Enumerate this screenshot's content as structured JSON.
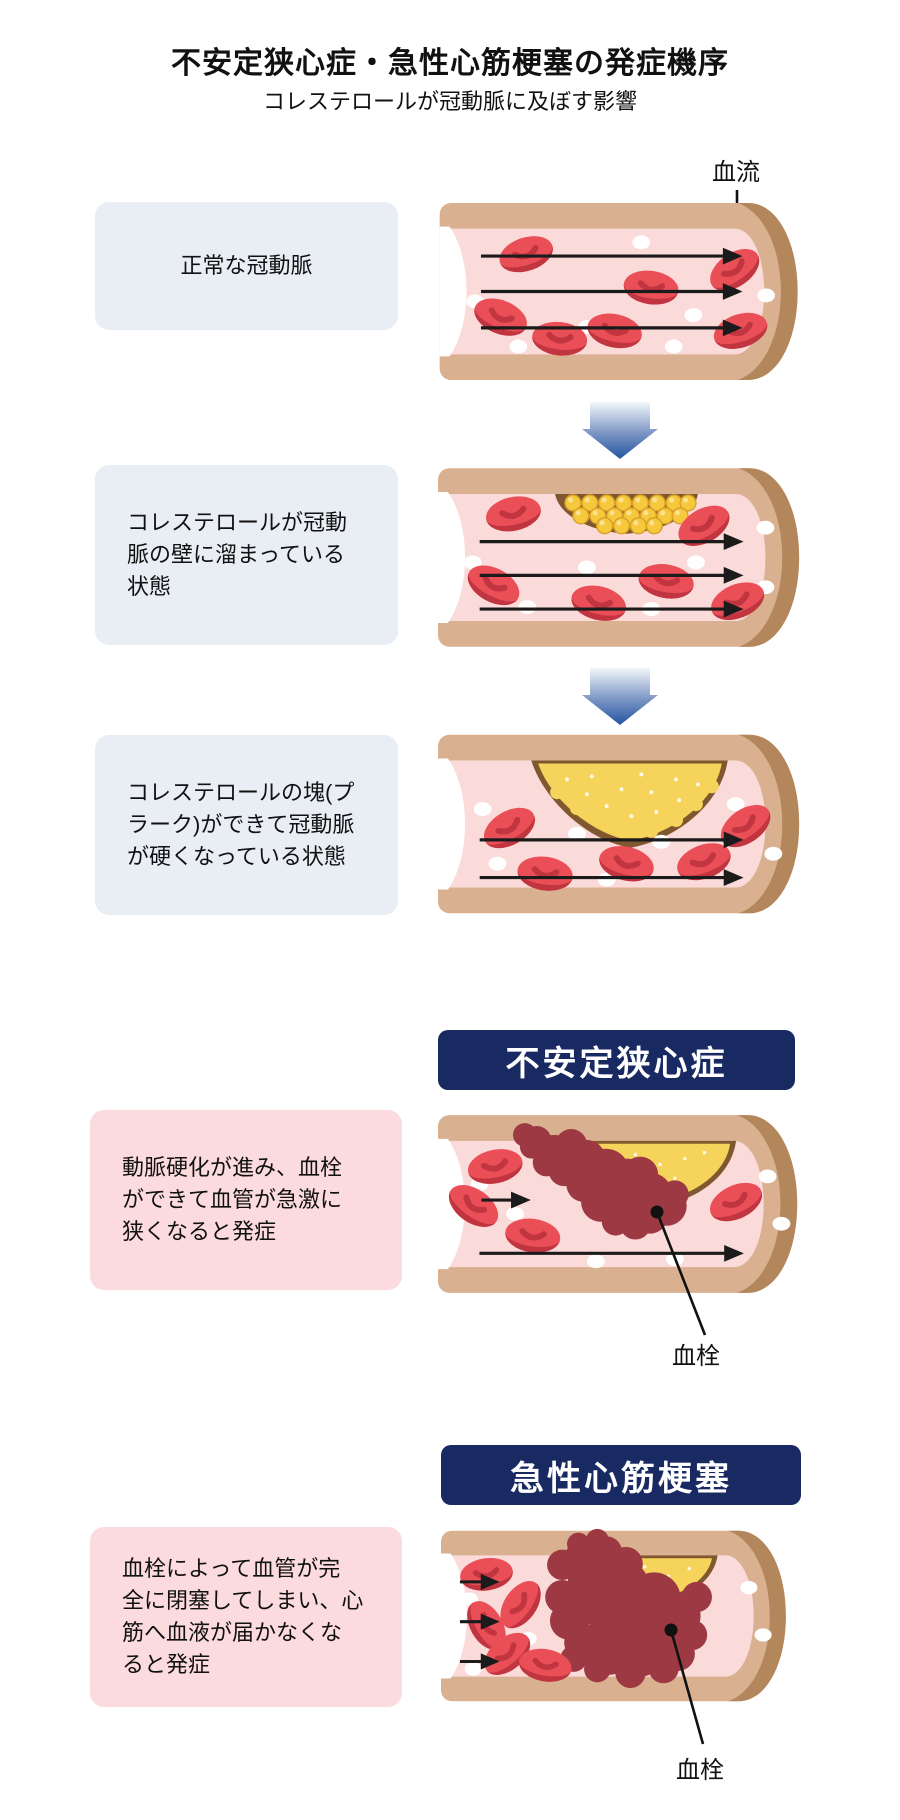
{
  "title": "不安定狭心症・急性心筋梗塞の発症機序",
  "subtitle": "コレステロールが冠動脈に及ぼす影響",
  "flow_label": "血流",
  "thrombus_label": "血栓",
  "steps": [
    {
      "style": "blue",
      "caption_lines": [
        "正常な冠動脈"
      ]
    },
    {
      "style": "blue",
      "caption_lines": [
        "コレステロールが冠動",
        "脈の壁に溜まっている",
        "状態"
      ]
    },
    {
      "style": "blue",
      "caption_lines": [
        "コレステロールの塊(プ",
        "ラーク)ができて冠動脈",
        "が硬くなっている状態"
      ]
    },
    {
      "style": "pink",
      "heading": "不安定狭心症",
      "caption_lines": [
        "動脈硬化が進み、血栓",
        "ができて血管が急激に",
        "狭くなると発症"
      ]
    },
    {
      "style": "pink",
      "heading": "急性心筋梗塞",
      "caption_lines": [
        "血栓によって血管が完",
        "全に閉塞してしまい、心",
        "筋へ血液が届かなくな",
        "ると発症"
      ]
    }
  ],
  "colors": {
    "navy": "#192a63",
    "box_blue": "#e9edf4",
    "box_pink": "#fcdbde",
    "artery_wall": "#d9b190",
    "artery_wall_dark": "#b3865b",
    "artery_lumen": "#fbdbda",
    "pocket_brown": "#80582f",
    "plaque_yellow": "#f6d35a",
    "chol_yellow": "#f6c83b",
    "chol_stroke": "#d8a02a",
    "rbc_red": "#ea4f57",
    "rbc_dark": "#c13540",
    "thrombus": "#9c3942",
    "arrow_blue": "#2e5ca5",
    "flow_black": "#1b1b1b"
  }
}
